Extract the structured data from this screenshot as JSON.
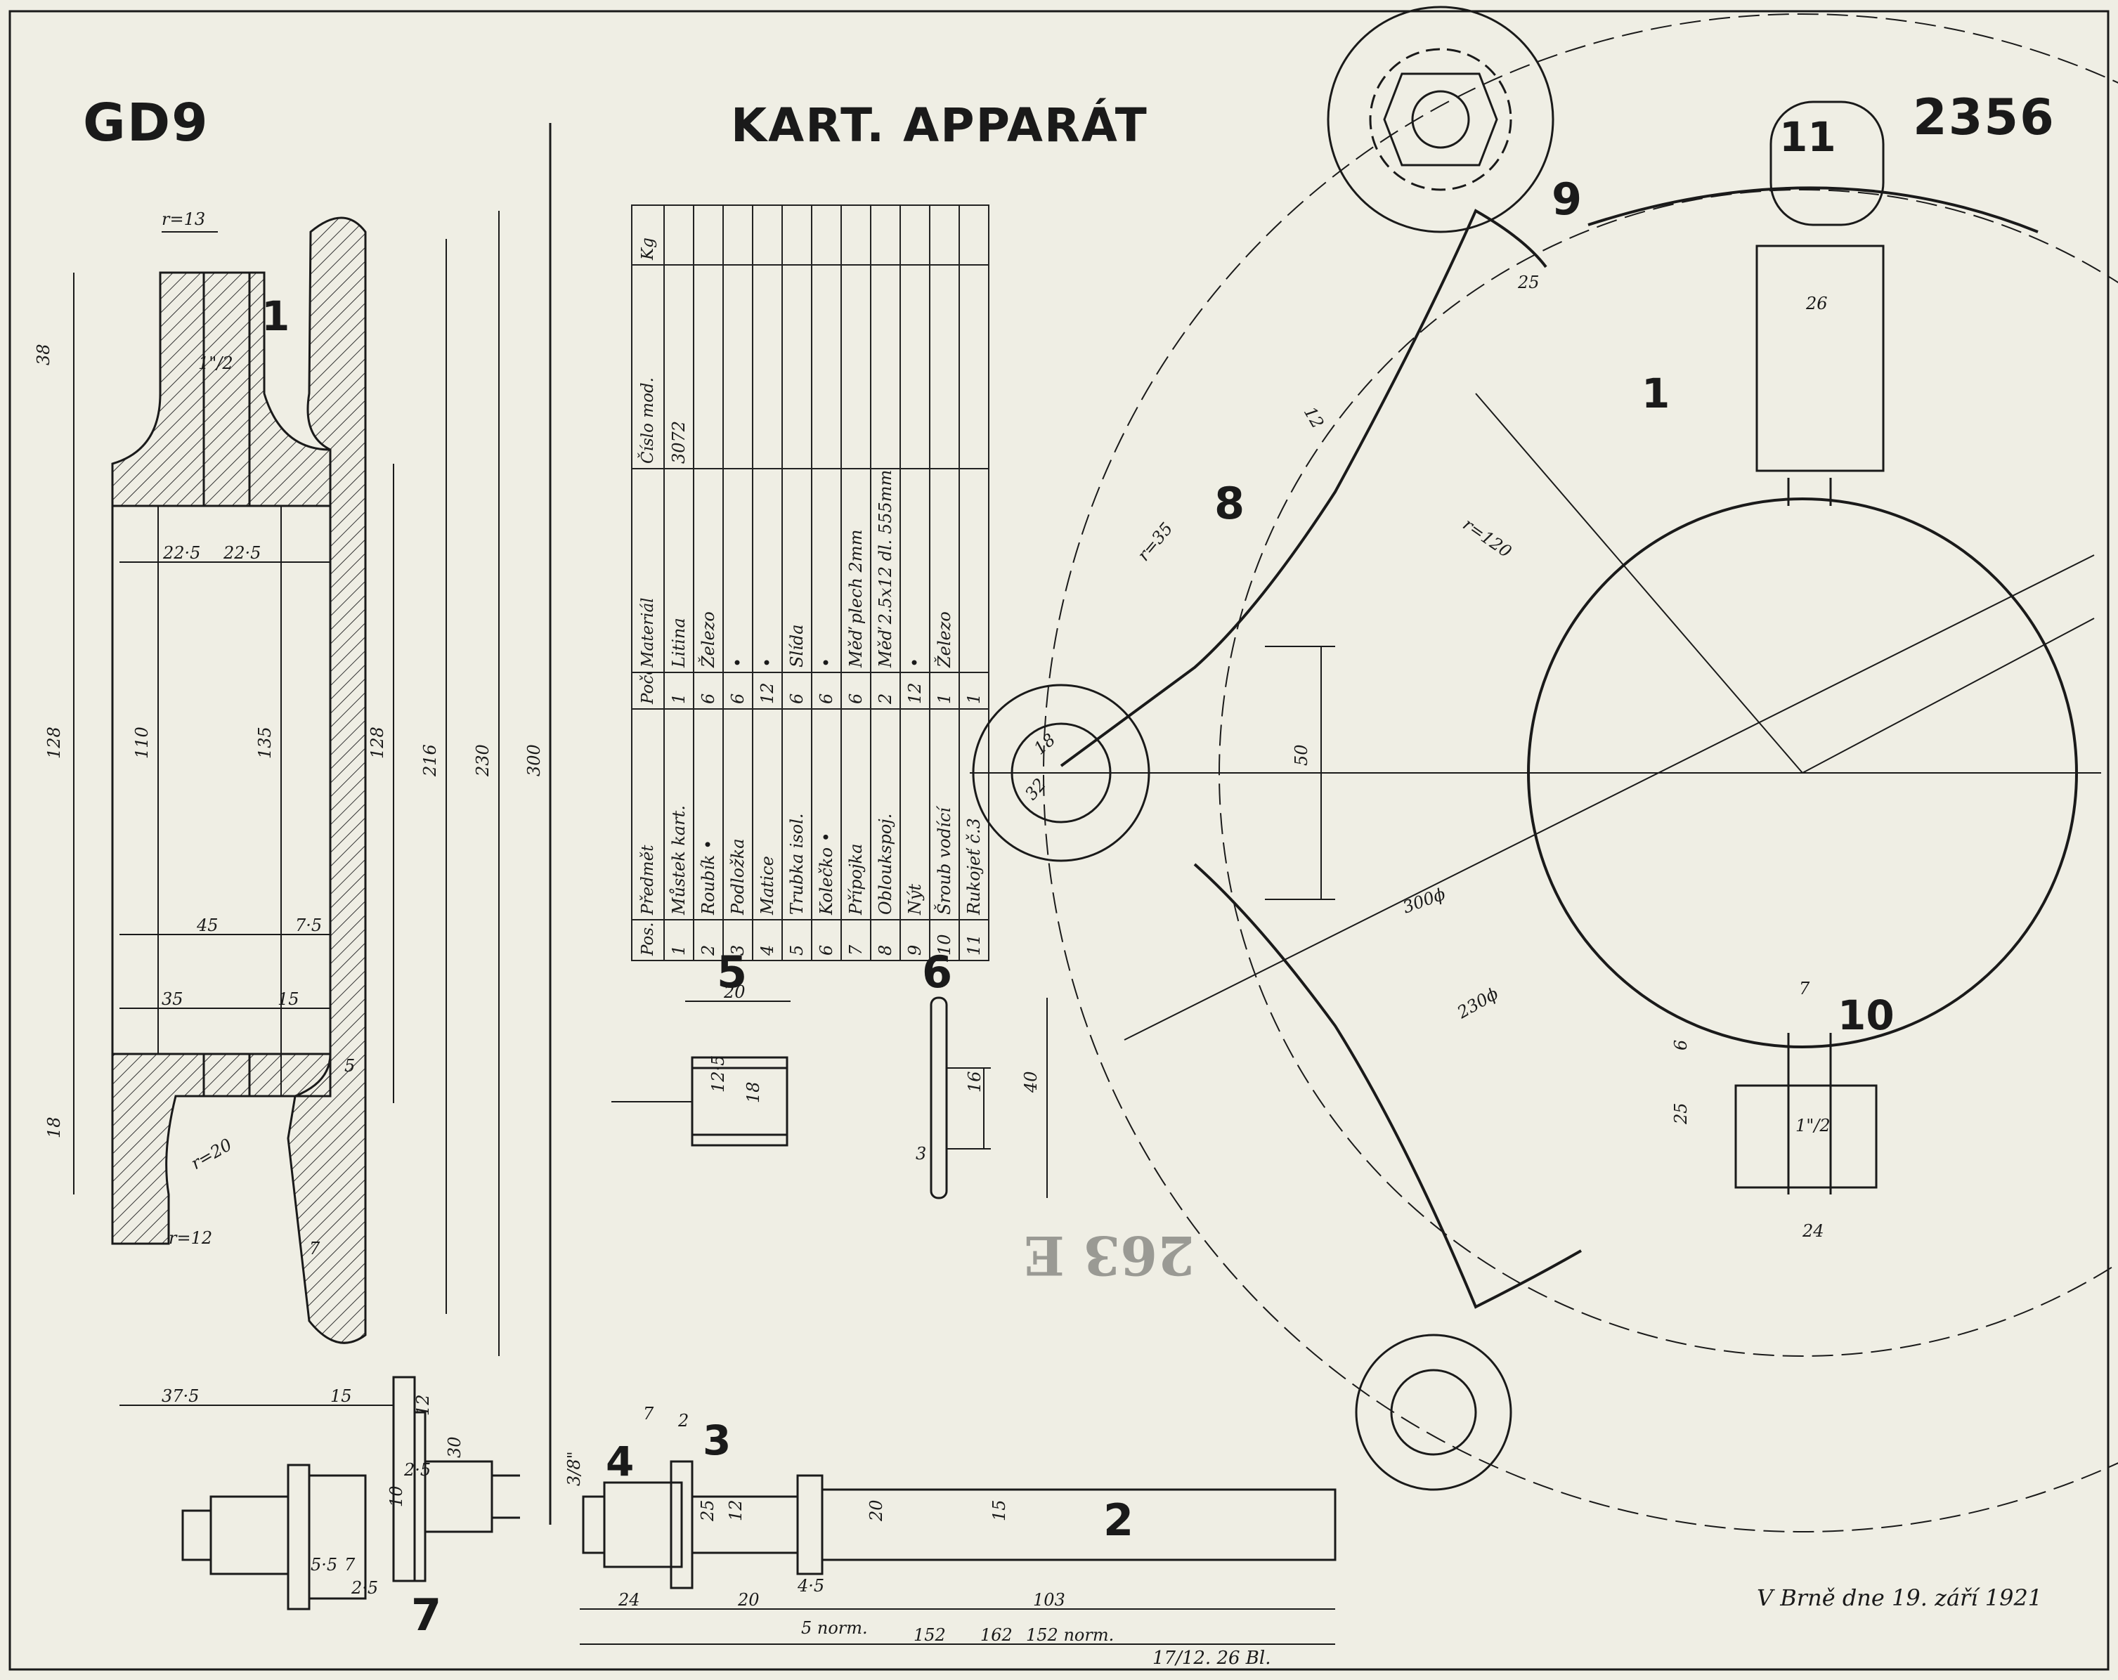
{
  "header": {
    "drawing_code": "GD9",
    "title": "KART. APPARÁT",
    "drawing_number": "2356"
  },
  "parts_table": {
    "columns": [
      "Pos.",
      "Předmět",
      "Počet",
      "Materiál",
      "Číslo mod.",
      "Kg"
    ],
    "rows": [
      [
        "1",
        "Můstek kart.",
        "1",
        "Litina",
        "3072",
        ""
      ],
      [
        "2",
        "Roubík  •",
        "6",
        "Železo",
        "",
        ""
      ],
      [
        "3",
        "Podložka",
        "6",
        "•",
        "",
        ""
      ],
      [
        "4",
        "Matice",
        "12",
        "•",
        "",
        ""
      ],
      [
        "5",
        "Trubka isol.",
        "6",
        "Slída",
        "",
        ""
      ],
      [
        "6",
        "Kolečko •",
        "6",
        "•",
        "",
        ""
      ],
      [
        "7",
        "Přípojka",
        "6",
        "Měď plech 2mm",
        "",
        ""
      ],
      [
        "8",
        "Obloukspoj.",
        "2",
        "Měď 2.5x12 dl. 555mm",
        "",
        ""
      ],
      [
        "9",
        "Nýt",
        "12",
        "•",
        "",
        ""
      ],
      [
        "10",
        "Šroub vodící",
        "1",
        "Železo",
        "",
        ""
      ],
      [
        "11",
        "Rukojeť č.3",
        "1",
        "",
        "",
        ""
      ]
    ]
  },
  "part_callouts": [
    "1",
    "1",
    "2",
    "3",
    "4",
    "5",
    "6",
    "7",
    "8",
    "9",
    "10",
    "11"
  ],
  "dimensions": {
    "section_view": [
      "r=13",
      "1\"/2",
      "38",
      "22·5",
      "22·5",
      "128",
      "110",
      "135",
      "128",
      "216",
      "230",
      "300",
      "45",
      "7·5",
      "35",
      "15",
      "5",
      "18",
      "r=20",
      "r=12",
      "7",
      "37·5",
      "15",
      "12",
      "30",
      "2·5",
      "10",
      "5·5",
      "7",
      "2·5"
    ],
    "bolt_view": [
      "3/8\"",
      "7",
      "2",
      "25",
      "12",
      "20",
      "15",
      "4·5",
      "24",
      "20",
      "103",
      "5 norm.",
      "152",
      "162",
      "152 norm."
    ],
    "tube_5": [
      "20",
      "12·5",
      "18"
    ],
    "disc_6": [
      "16",
      "40",
      "3"
    ],
    "plan_view": [
      "25",
      "26",
      "12",
      "r=35",
      "r=120",
      "18",
      "32",
      "50",
      "300ϕ",
      "230ϕ",
      "7",
      "6",
      "25",
      "1\"/2",
      "24"
    ]
  },
  "annotations": {
    "stamp": "263 E",
    "date_note": "V Brně dne 19. září 1921",
    "revision_note": "17/12. 26 Bl."
  }
}
